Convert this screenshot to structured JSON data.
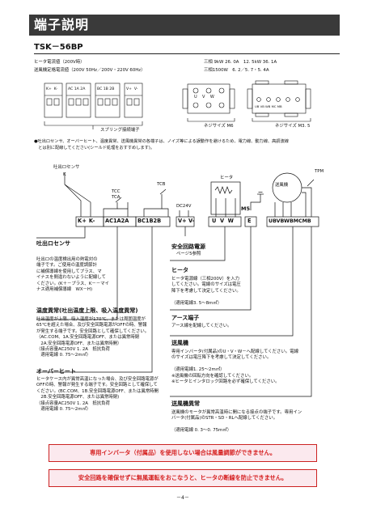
{
  "header": {
    "title": "端子説明",
    "model": "TSK－56BP"
  },
  "specs": {
    "heater_power_label": "ヒータ電流値（200V時）",
    "heater_3phase_9kw": "三相 9kW 26. 0A　12. 5kW 36. 1A",
    "blower_current_label": "送風機定格電流値（200V 50Hz／200V・220V 60Hz）",
    "blower_3phase": "三相1500W　6. 2／5. 7・5. 4A"
  },
  "terminal_strips": {
    "strip1": [
      "K+",
      "K-"
    ],
    "strip2": [
      "AC",
      "1A",
      "2A"
    ],
    "strip3": [
      "BC",
      "1B",
      "2B"
    ],
    "strip4": [
      "V+",
      "V-"
    ],
    "strip5": [
      "U",
      "V",
      "W"
    ],
    "strip6": [
      "UB",
      "VB",
      "WB",
      "MC",
      "MB"
    ],
    "spring_label": "スプリング接続端子",
    "screw_m6": "ネジサイズ M6",
    "screw_m35": "ネジサイズ M3. 5"
  },
  "note": {
    "line1": "●吐出ロセンサ、オーバーヒート、温度異常、送風機異常の各端子は、ノイズ等による誤動作を避けるため、電力線、動力線、高調波線",
    "line2": "　とは別に配線してください(シールド処理をおすすめします)。"
  },
  "diagram": {
    "sensor_top": "吐出ロセンサ",
    "sensor_k": "K",
    "tcc": "TCC",
    "tca": "TCA",
    "tcb": "TCB",
    "dc24v": "DC24V",
    "heater": "ヒータ",
    "blower": "送風機",
    "tpm": "TPM",
    "m5": "M5",
    "terminals": [
      "K+",
      "K-",
      "AC",
      "1A",
      "2A",
      "BC",
      "1B",
      "2B",
      "V+",
      "V-",
      "U",
      "V",
      "W",
      "E",
      "UB",
      "VB",
      "WB",
      "MC",
      "MB"
    ]
  },
  "left_sections": {
    "sensor": {
      "title": "吐出ロセンサ",
      "lines": [
        "吐出ロの温度検出用の熱電対の",
        "端子です。ご使用の温度調節計",
        "に補償導線を使用してプラス、マ",
        "イナスを間違わないように配線して",
        "ください。(K＋－プラス、K－－マイ",
        "ナス適用補償導線　WX－H)"
      ]
    },
    "temp": {
      "title": "温度異常(吐出温度上限、吸入温度異常)",
      "lines": [
        "吐出温度が上限、吸入温度が170℃、または周囲温度が",
        "65℃を超えた場合、及び安全回路電源がOFFの時、警報",
        "が発生する端子です。安全回路として確保してください。",
        "（AC.COM、1A.安全回路電源OFF、または異常時閉",
        "　2A.安全回路電源OFF、または異常時開）",
        "（接点容量AC250V 1. 2A　抵抗負荷",
        "　適用電線 0. 75～2m㎡）"
      ]
    },
    "overheat": {
      "title": "オーバーヒート",
      "lines": [
        "ヒータケース内が異常高温になった場合、及び安全回路電源が",
        "OFFの時、警報が発生する端子です。安全回路として確保して",
        "ください。(BC.COM、1B.安全回路電源OFF、または異常時開",
        "　2B.安全回路電源OFF、または異常時閉)",
        "（接点容量AC250V 1. 2A　抵抗負荷",
        "　適用電線 0. 75～2m㎡）"
      ]
    }
  },
  "right_sections": {
    "safety": {
      "title": "安全回路電源",
      "lines": [
        "ページ5参照"
      ]
    },
    "heater": {
      "title": "ヒータ",
      "lines": [
        "ヒータ電源線（三相200V）を入力",
        "してください。電線のサイズは電圧",
        "降下を考慮して決定してください。",
        "",
        "（適用電線3. 5～8m㎡）"
      ]
    },
    "earth": {
      "title": "アース端子",
      "lines": [
        "アース線を配線してください。"
      ]
    },
    "blower": {
      "title": "送風機",
      "lines": [
        "専用インバータ(付属品)のU・V・W－へ配線してください。電線",
        "のサイズは電圧降下を考慮して決定してください。",
        "",
        "（適用電線1. 25～2m㎡）",
        "※送風機の回転方向を確認してください。",
        "※ヒータとインタロック回路を必ず確保してください。"
      ]
    },
    "blower_alarm": {
      "title": "送風機異常",
      "lines": [
        "送風機のモータが異常高温時に開になる接点の端子です。専用イン",
        "バータ(付属品)のSTR・SD・RLへ配線してください。",
        "",
        "（適用電線 0. 3～0. 75m㎡）"
      ]
    }
  },
  "warnings": {
    "warning1": "専用インバータ（付属品）を使用しない場合は風量調節ができません。",
    "warning2": "安全回路を確保せずに無風運転をおこなうと、ヒータの断線を防止できません。"
  },
  "page_number": "－4－",
  "colors": {
    "title_bg": "#3a3a3a",
    "warn_text": "#d51f1f",
    "warn_bg": "#fbe9ee",
    "warn_border": "#cc2222"
  }
}
